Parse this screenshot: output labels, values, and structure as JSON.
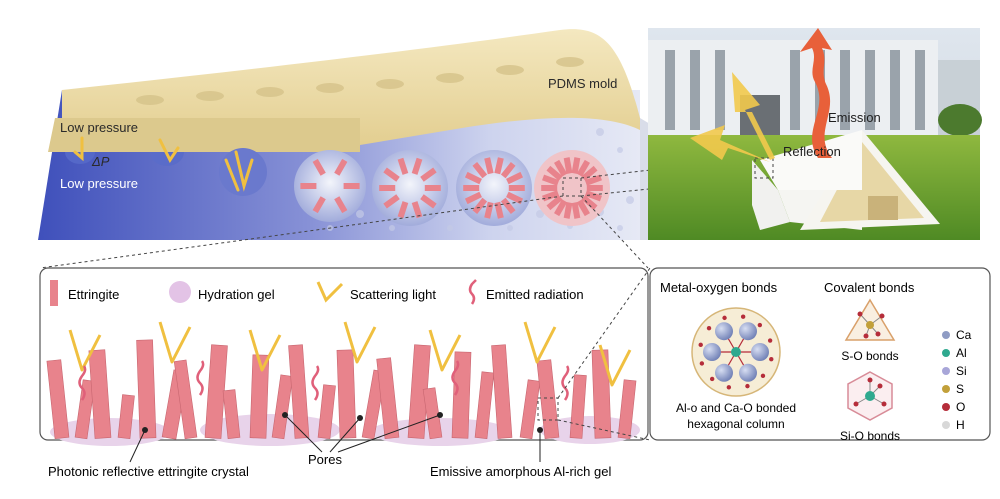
{
  "top": {
    "mold_label": "PDMS mold",
    "low_pressure_top": "Low pressure",
    "delta_p": "ΔP",
    "low_pressure_bottom": "Low pressure"
  },
  "photo": {
    "emission_label": "Emission",
    "reflection_label": "Reflection"
  },
  "legend": {
    "ettringite": "Ettringite",
    "hydration_gel": "Hydration gel",
    "scattering_light": "Scattering light",
    "emitted_radiation": "Emitted radiation"
  },
  "bottom_labels": {
    "crystal": "Photonic reflective ettringite crystal",
    "pores": "Pores",
    "gel": "Emissive amorphous Al-rich gel"
  },
  "bonds": {
    "metal_oxygen": "Metal-oxygen bonds",
    "covalent": "Covalent bonds",
    "s_o": "S-O bonds",
    "si_o": "Si-O bonds",
    "column_line1": "Al-o and Ca-O bonded",
    "column_line2": "hexagonal column"
  },
  "elements": [
    {
      "symbol": "Ca",
      "color": "#8f9cc4"
    },
    {
      "symbol": "Al",
      "color": "#2fa98f"
    },
    {
      "symbol": "Si",
      "color": "#a8a6d8"
    },
    {
      "symbol": "S",
      "color": "#c2a03a"
    },
    {
      "symbol": "O",
      "color": "#b52d3a"
    },
    {
      "symbol": "H",
      "color": "#d8d8d8"
    }
  ],
  "colors": {
    "ettringite": "#e8838c",
    "scatter": "#f0c040",
    "emission": "#e0607a",
    "mold": "#ecdca8",
    "slurry": "#4a5bc0"
  }
}
